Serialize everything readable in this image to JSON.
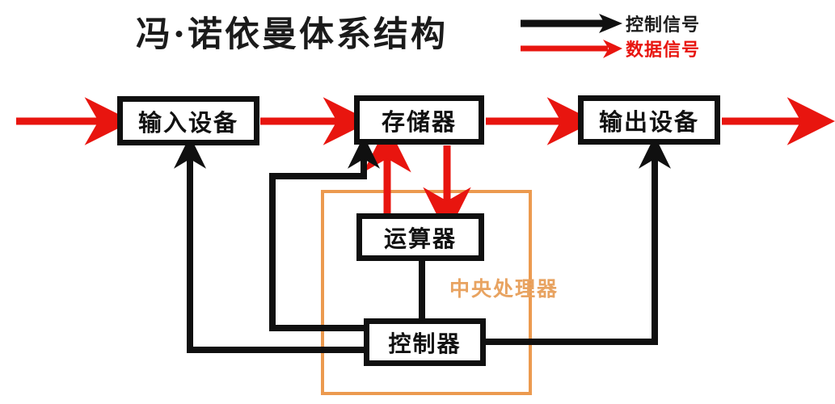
{
  "title": "冯·诺依曼体系结构",
  "legend": {
    "items": [
      {
        "label": "控制信号",
        "color": "#101010",
        "type": "control-signal"
      },
      {
        "label": "数据信号",
        "color": "#e8150f",
        "type": "data-signal"
      }
    ]
  },
  "nodes": {
    "input": "输入设备",
    "memory": "存储器",
    "output": "输出设备",
    "alu": "运算器",
    "controller": "控制器",
    "cpu": "中央处理器"
  },
  "colors": {
    "control": "#101010",
    "data": "#e8150f",
    "cpu_boundary": "#ec9a4f",
    "box_border": "#101010",
    "background": "#ffffff",
    "title_text": "#1b1b1b"
  },
  "diagram": {
    "type": "block-diagram",
    "edges": [
      {
        "from": "external-in",
        "to": "input",
        "signal": "data",
        "color": "#e8150f"
      },
      {
        "from": "input",
        "to": "memory",
        "signal": "data",
        "color": "#e8150f"
      },
      {
        "from": "memory",
        "to": "output",
        "signal": "data",
        "color": "#e8150f"
      },
      {
        "from": "output",
        "to": "external-out",
        "signal": "data",
        "color": "#e8150f"
      },
      {
        "from": "alu",
        "to": "memory",
        "signal": "data",
        "color": "#e8150f"
      },
      {
        "from": "memory",
        "to": "alu",
        "signal": "data",
        "color": "#e8150f"
      },
      {
        "from": "controller",
        "to": "input",
        "signal": "control",
        "color": "#101010"
      },
      {
        "from": "controller",
        "to": "memory",
        "signal": "control",
        "color": "#101010"
      },
      {
        "from": "controller",
        "to": "output",
        "signal": "control",
        "color": "#101010"
      },
      {
        "from": "controller",
        "to": "alu",
        "signal": "control",
        "color": "#101010"
      }
    ]
  }
}
